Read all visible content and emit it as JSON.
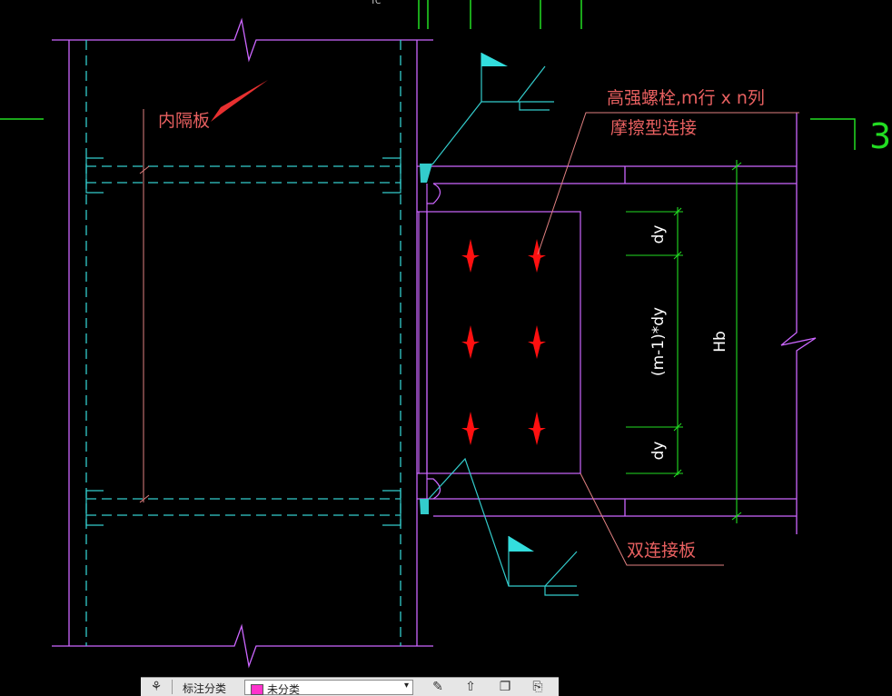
{
  "labels": {
    "inner_diaphragm": "内隔板",
    "bolts_line1": "高强螺栓,m行 x n列",
    "bolts_line2": "摩擦型连接",
    "double_plate": "双连接板",
    "dim_dy_top": "dy",
    "dim_middle": "(m-1)*dy",
    "dim_dy_bottom": "dy",
    "dim_hb": "Hb",
    "section_mark": "3",
    "top_fragment": "TC"
  },
  "toolbar": {
    "category_label": "标注分类",
    "category_value": "未分类",
    "category_color": "#ff33cc"
  },
  "colors": {
    "background": "#000000",
    "magenta_lines": "#cc66ff",
    "cyan_lines": "#33cccc",
    "green_dims": "#22dd22",
    "red_text": "#e86060",
    "bolt_red": "#ff1010",
    "arrow_red": "#e83030"
  },
  "icons": [
    "arrow-icon",
    "bolt-icon",
    "weld-symbol-icon",
    "section-mark-icon",
    "pencil-icon",
    "copy-icon",
    "delete-icon"
  ]
}
